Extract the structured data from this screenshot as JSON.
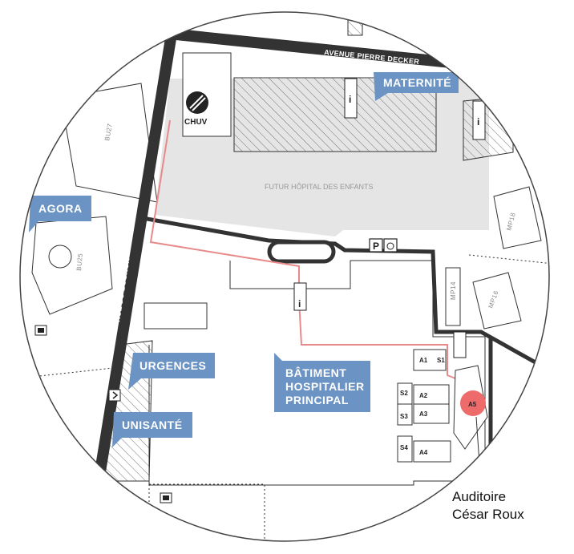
{
  "map": {
    "streets": {
      "avenue": "AVENUE PIERRE DECKER",
      "rue": "RUE DU BUGNON"
    },
    "callouts": {
      "maternite": "MATERNITÉ",
      "agora": "AGORA",
      "urgences": "URGENCES",
      "unisante": "UNISANTÉ",
      "batiment_line1": "BÂTIMENT",
      "batiment_line2": "HOSPITALIER",
      "batiment_line3": "PRINCIPAL"
    },
    "logo": "CHUV",
    "zone_label": "FUTUR HÔPITAL DES ENFANTS",
    "buildings": {
      "bu27": "BU27",
      "bu25": "BU25",
      "mp18": "MP18",
      "mp16": "MP16",
      "mp14": "MP14"
    },
    "rooms": {
      "a1": "A1",
      "s1": "S1",
      "a2": "A2",
      "a3": "A3",
      "a4": "A4",
      "a5": "A5",
      "s2": "S2",
      "s3": "S3",
      "s4": "S4"
    },
    "parking_symbol": "P",
    "info_symbol": "i",
    "destination_line1": "Auditoire",
    "destination_line2": "César Roux",
    "colors": {
      "callout": "#6b94c4",
      "route": "#e88a8a",
      "destination": "#ee6b6b",
      "road": "#333333",
      "zone": "#e5e5e5"
    }
  }
}
